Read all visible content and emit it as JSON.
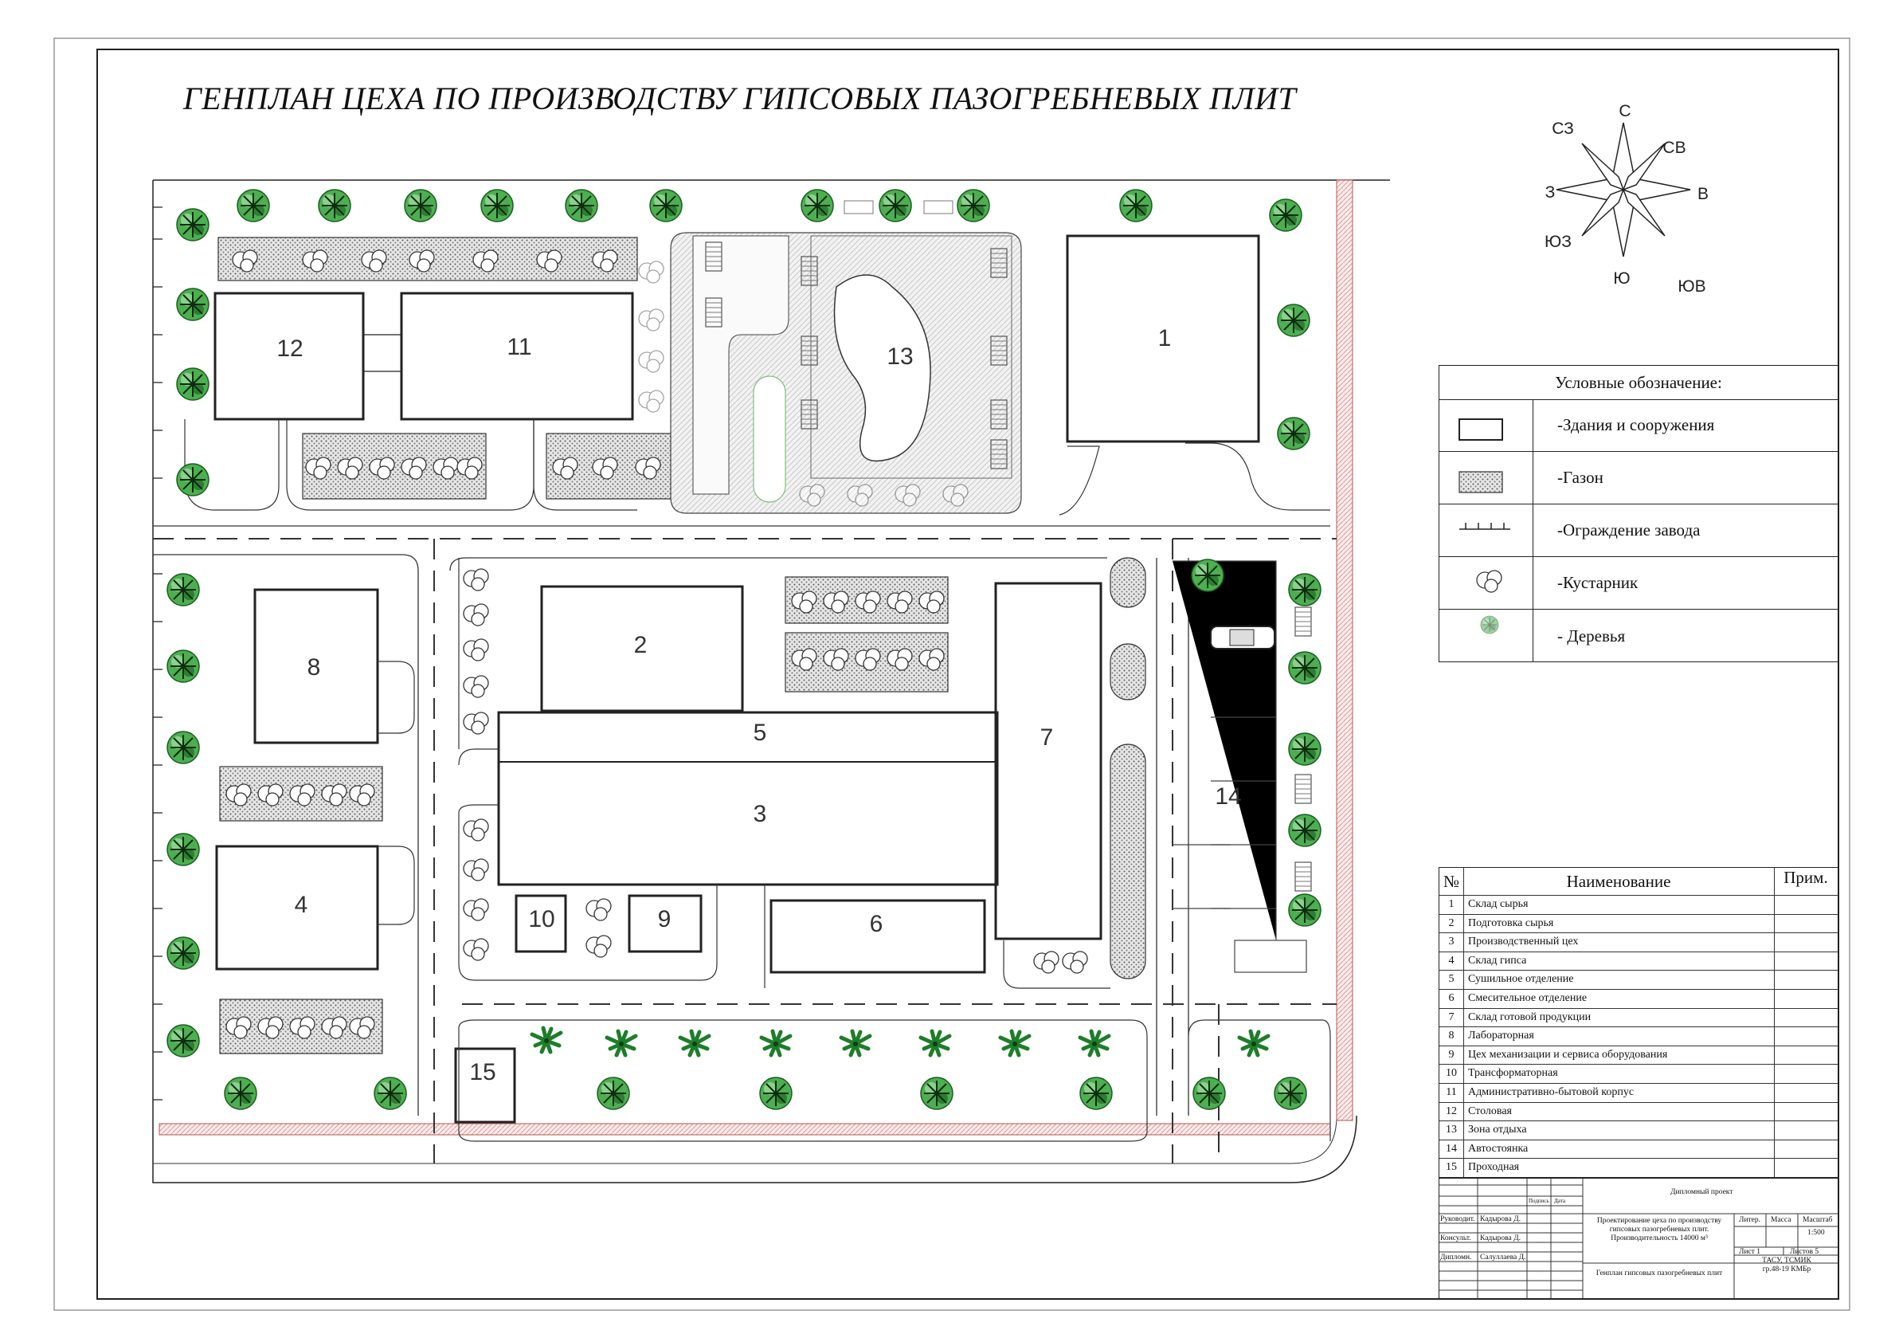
{
  "title": "ГЕНПЛАН ЦЕХА ПО ПРОИЗВОДСТВУ ГИПСОВЫХ ПАЗОГРЕБНЕВЫХ ПЛИТ",
  "buildings": [
    {
      "number": "1"
    },
    {
      "number": "2"
    },
    {
      "number": "3"
    },
    {
      "number": "4"
    },
    {
      "number": "5"
    },
    {
      "number": "6"
    },
    {
      "number": "7"
    },
    {
      "number": "8"
    },
    {
      "number": "9"
    },
    {
      "number": "10"
    },
    {
      "number": "11"
    },
    {
      "number": "12"
    },
    {
      "number": "13"
    },
    {
      "number": "14"
    },
    {
      "number": "15"
    }
  ],
  "compass": {
    "n": "С",
    "ne": "СВ",
    "e": "В",
    "se": "ЮВ",
    "s": "Ю",
    "sw": "ЮЗ",
    "w": "З",
    "nw": "СЗ"
  },
  "legend": {
    "title": "Условные обозначение:",
    "items": [
      {
        "symbol": "building-icon",
        "label": "-Здания и сооружения"
      },
      {
        "symbol": "lawn-icon",
        "label": "-Газон"
      },
      {
        "symbol": "fence-icon",
        "label": "-Ограждение завода"
      },
      {
        "symbol": "shrub-icon",
        "label": "-Кустарник"
      },
      {
        "symbol": "tree-icon",
        "label": "- Деревья"
      }
    ]
  },
  "spec_table": {
    "col_no": "№",
    "col_name": "Наименование",
    "col_note": "Прим.",
    "rows": [
      {
        "no": "1",
        "name": "Склад сырья"
      },
      {
        "no": "2",
        "name": "Подготовка сырья"
      },
      {
        "no": "3",
        "name": "Производственный цех"
      },
      {
        "no": "4",
        "name": "Склад гипса"
      },
      {
        "no": "5",
        "name": "Сушильное отделение"
      },
      {
        "no": "6",
        "name": "Смесительное отделение"
      },
      {
        "no": "7",
        "name": "Склад готовой продукции"
      },
      {
        "no": "8",
        "name": "Лабораторная"
      },
      {
        "no": "9",
        "name": "Цех механизации и сервиса оборудования"
      },
      {
        "no": "10",
        "name": "Трансформаторная"
      },
      {
        "no": "11",
        "name": "Административно-бытовой корпус"
      },
      {
        "no": "12",
        "name": "Столовая"
      },
      {
        "no": "13",
        "name": "Зона отдыха"
      },
      {
        "no": "14",
        "name": "Автостоянка"
      },
      {
        "no": "15",
        "name": "Проходная"
      }
    ]
  },
  "title_block": {
    "project_type": "Дипломный проект",
    "col_sign": "Подпись",
    "col_date": "Дата",
    "role_1": "Руководит.",
    "name_1": "Кадырова Д.",
    "role_2": "Консульт.",
    "name_2": "Кадырова Д.",
    "role_3": "Дипломн.",
    "name_3": "Салуллаева Д.",
    "project_line1": "Проектирование цеха по производству",
    "project_line2": "гипсовых пазогребневых плит.",
    "project_line3": "Производительность 14000 м³",
    "col_liter": "Литер.",
    "col_mass": "Масса",
    "col_scale": "Масштаб",
    "scale": "1:500",
    "sheet": "Лист 1",
    "sheets": "Листов 5",
    "drawing_name": "Генплан гипсовых пазогребневых плит",
    "org_line1": "ТАСУ, ТСМИК",
    "org_line2": "гр.48-19 КМБр"
  }
}
